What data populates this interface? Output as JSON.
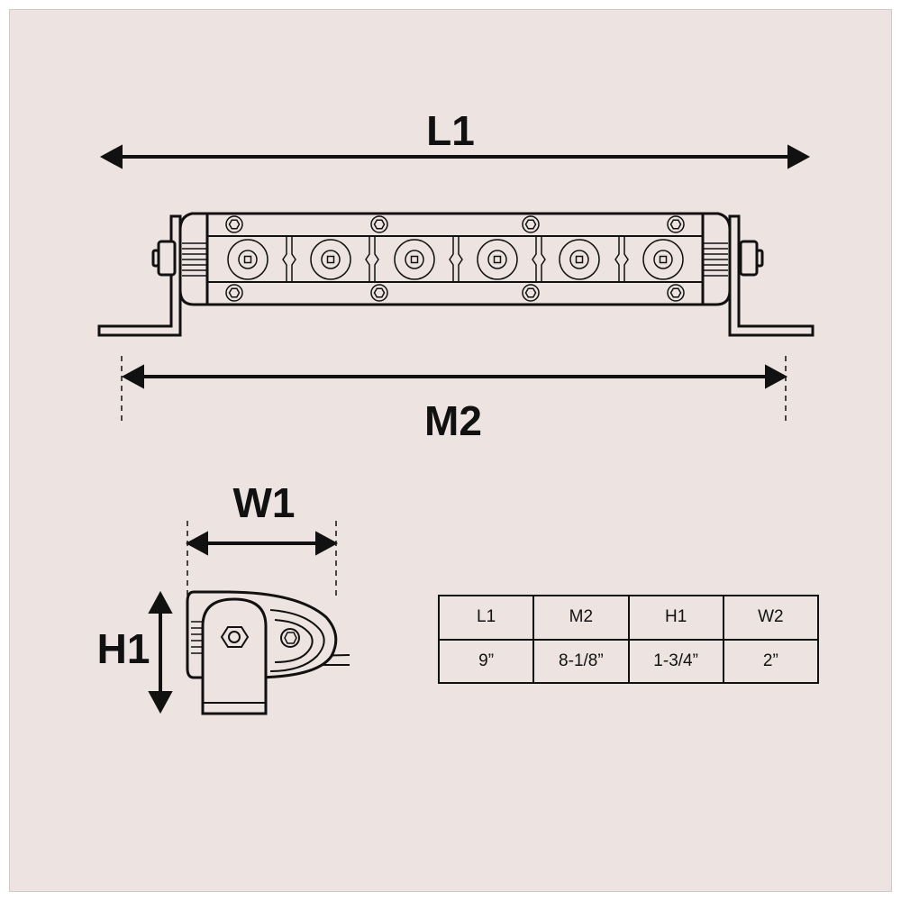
{
  "labels": {
    "l1": "L1",
    "m2": "M2",
    "w1": "W1",
    "h1": "H1"
  },
  "table": {
    "headers": [
      "L1",
      "M2",
      "H1",
      "W2"
    ],
    "values": [
      "9”",
      "8-1/8”",
      "1-3/4”",
      "2”"
    ]
  },
  "colors": {
    "background": "#ede4e1",
    "line": "#111111"
  }
}
